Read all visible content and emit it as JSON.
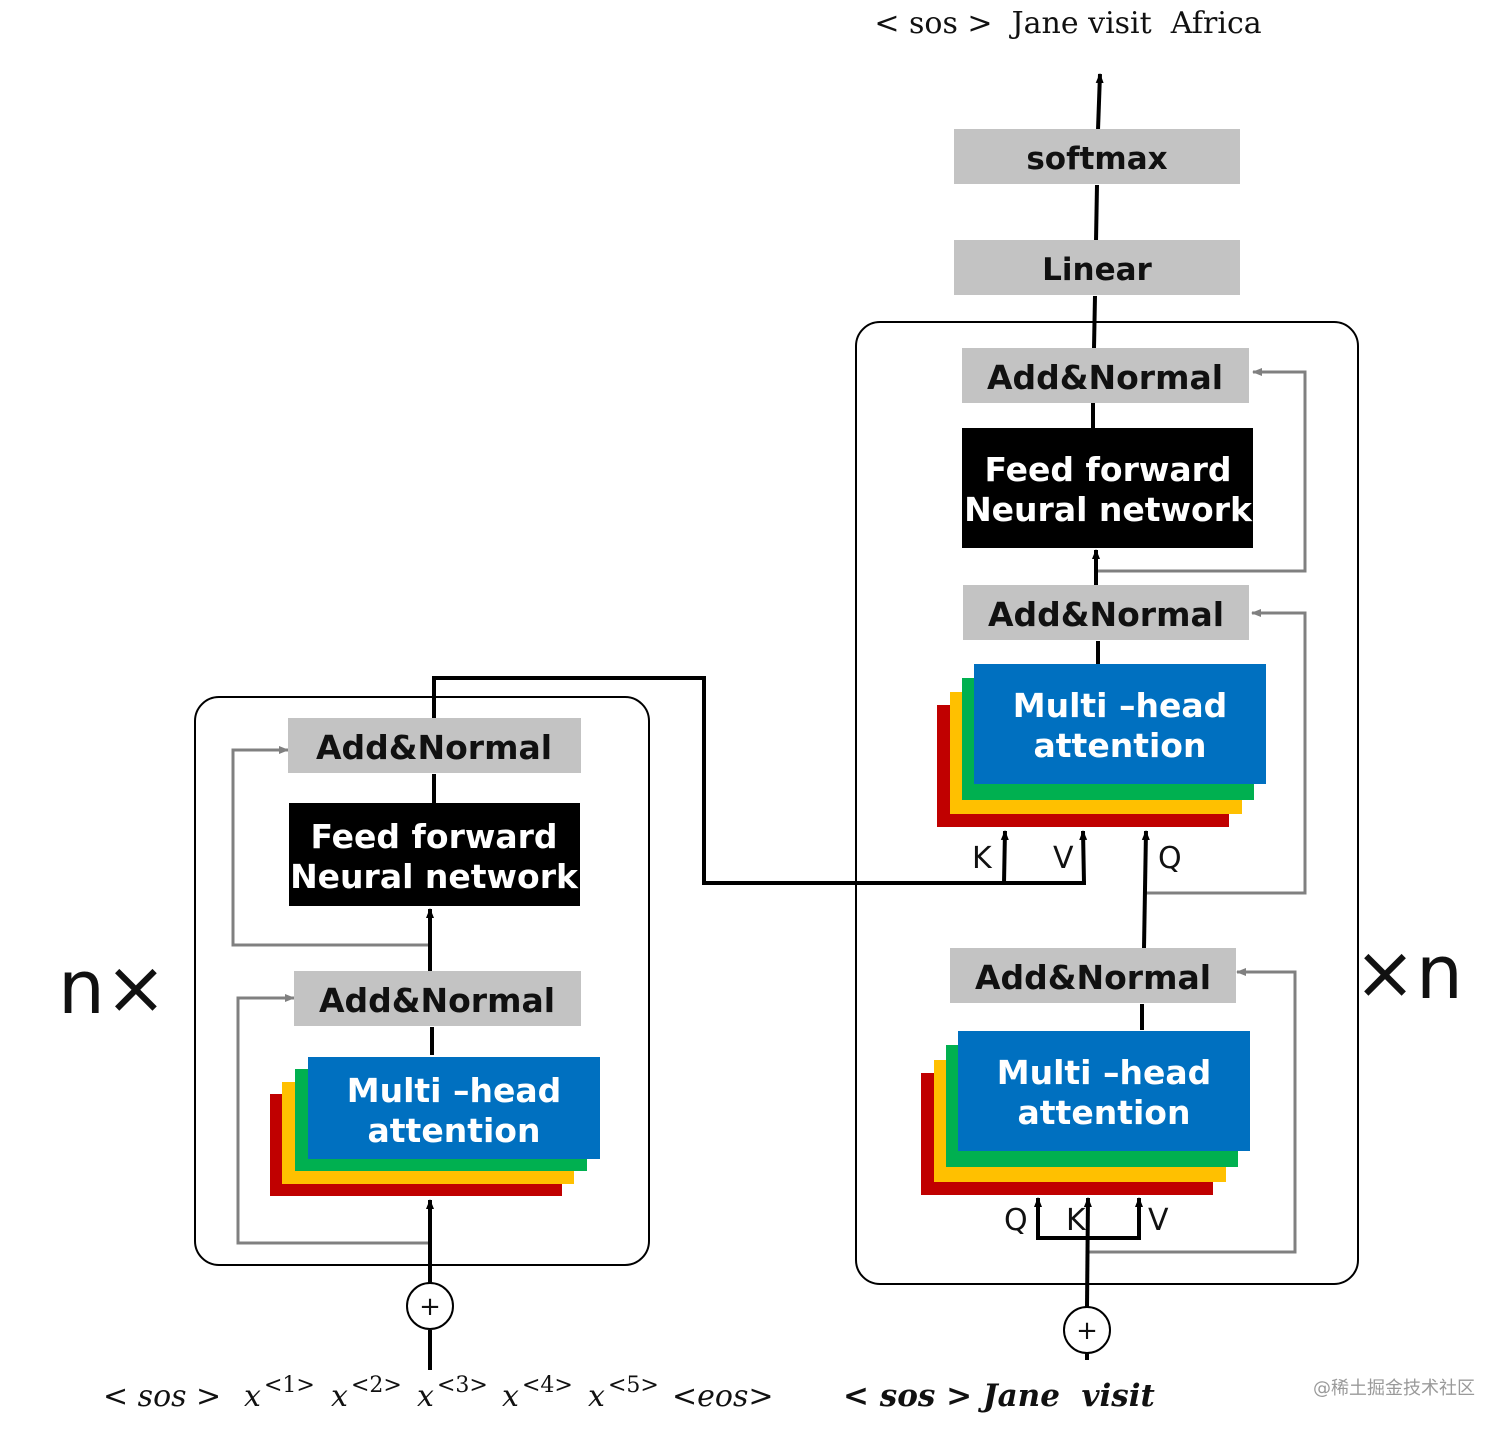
{
  "colors": {
    "gray_box": "#c3c3c3",
    "black_box": "#000000",
    "blue": "#0070c0",
    "green": "#00b050",
    "yellow": "#ffc000",
    "red": "#c00000",
    "arrow_gray": "#808080"
  },
  "encoder": {
    "repeat": "n×",
    "add_normal_top": "Add&Normal",
    "ffn_line1": "Feed forward",
    "ffn_line2": "Neural network",
    "add_normal_bottom": "Add&Normal",
    "mha_line1": "Multi –head",
    "mha_line2": "attention",
    "plus": "+",
    "inputs": {
      "sos": "< sos >",
      "x": "x",
      "sup1": "<1>",
      "sup2": "<2>",
      "sup3": "<3>",
      "sup4": "<4>",
      "sup5": "<5>",
      "eos": "<eos>"
    }
  },
  "decoder": {
    "repeat": "×n",
    "softmax": "softmax",
    "linear": "Linear",
    "add_normal_top": "Add&Normal",
    "ffn_line1": "Feed forward",
    "ffn_line2": "Neural network",
    "add_normal_mid": "Add&Normal",
    "mha_top_line1": "Multi –head",
    "mha_top_line2": "attention",
    "k_top": "K",
    "v_top": "V",
    "q_top": "Q",
    "add_normal_bottom": "Add&Normal",
    "mha_bot_line1": "Multi –head",
    "mha_bot_line2": "attention",
    "q_bot": "Q",
    "k_bot": "K",
    "v_bot": "V",
    "plus": "+",
    "output": "< sos >  Jane visit  Africa",
    "inputs": "< sos > Jane  visit"
  },
  "watermark": "@稀土掘金技术社区"
}
